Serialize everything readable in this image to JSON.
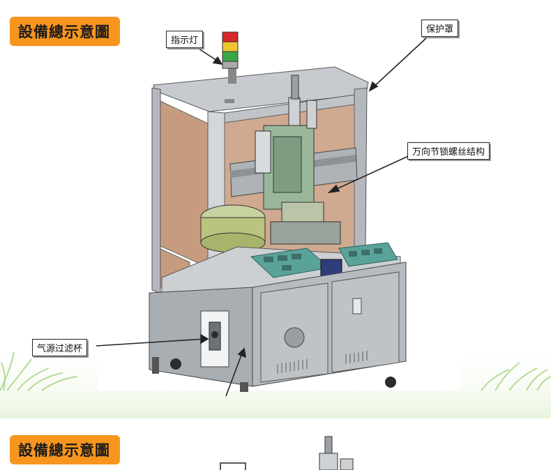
{
  "slides": [
    {
      "title": "設備總示意圖",
      "labels": {
        "indicator_light": "指示灯",
        "protective_cover": "保护罩",
        "universal_screw_lock": "万向节锁螺丝结构",
        "air_filter_cup": "气源过滤杯"
      }
    },
    {
      "title": "設備總示意圖"
    }
  ],
  "colors": {
    "title_badge": "#f7951e",
    "grass_green": "#9fd37a",
    "frame_grey": "#b4b8bc",
    "panel_brown": "#c79c7e",
    "tray_teal": "#5aa39a"
  }
}
